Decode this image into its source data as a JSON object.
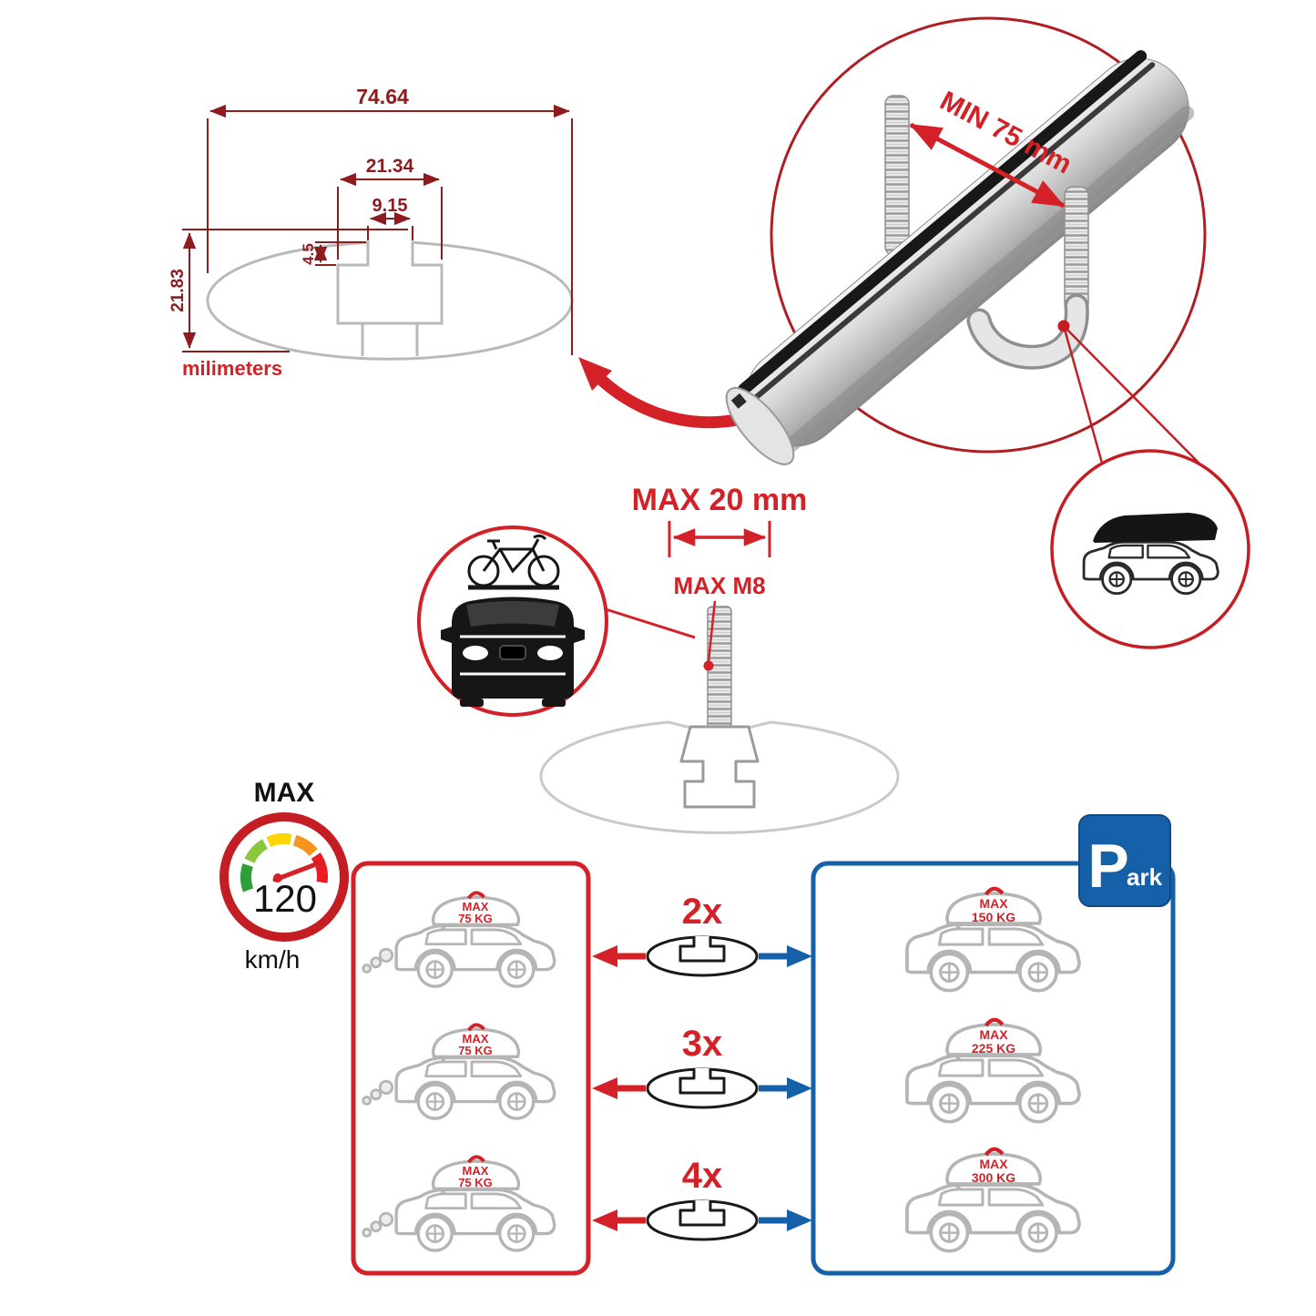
{
  "colors": {
    "red": "#d42127",
    "dim_red": "#8e1b1e",
    "blue": "#1560a8",
    "gray": "#b5b5b5"
  },
  "profile_dimensions": {
    "total_width": "74.64",
    "channel_width": "21.34",
    "opening_width": "9.15",
    "lip_depth": "4.5",
    "total_height": "21.83",
    "units": "milimeters"
  },
  "clamp_detail": {
    "min_clearance": "MIN 75 mm"
  },
  "bolt_detail": {
    "max_length": "MAX 20 mm",
    "max_thread": "MAX M8"
  },
  "speed": {
    "label": "MAX",
    "value": "120",
    "unit": "km/h"
  },
  "crossbar_counts": [
    "2x",
    "3x",
    "4x"
  ],
  "driving_limits": [
    {
      "label": "MAX",
      "weight": "75 KG"
    },
    {
      "label": "MAX",
      "weight": "75 KG"
    },
    {
      "label": "MAX",
      "weight": "75 KG"
    }
  ],
  "parked_limits": [
    {
      "label": "MAX",
      "weight": "150 KG"
    },
    {
      "label": "MAX",
      "weight": "225 KG"
    },
    {
      "label": "MAX",
      "weight": "300 KG"
    }
  ],
  "park_sign": {
    "letter": "P",
    "suffix": "ark"
  }
}
